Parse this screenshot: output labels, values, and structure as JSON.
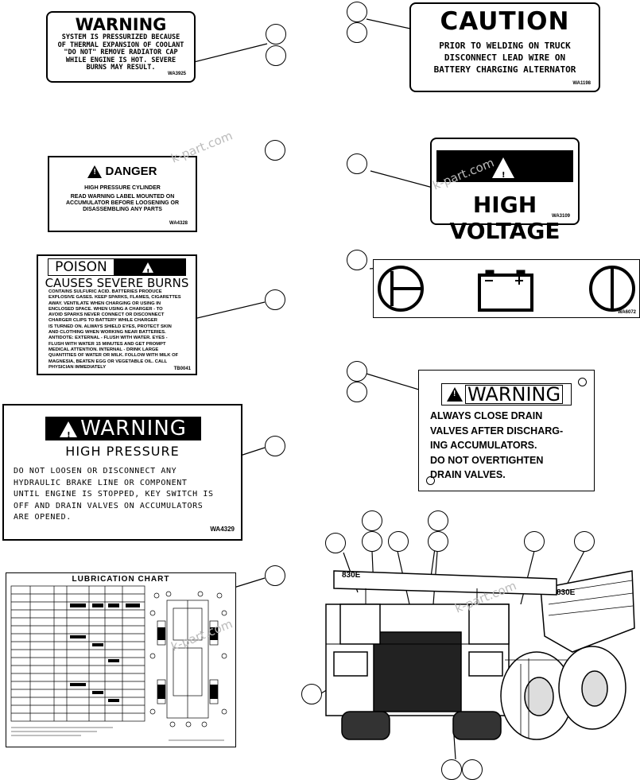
{
  "watermark": "k-part.com",
  "decals": {
    "warning_radiator": {
      "title": "WARNING",
      "lines": [
        "SYSTEM IS PRESSURIZED BECAUSE",
        "OF THERMAL EXPANSION OF COOLANT",
        "\"DO NOT\" REMOVE RADIATOR CAP",
        "WHILE ENGINE IS HOT. SEVERE",
        "BURNS MAY RESULT."
      ],
      "code": "WA3925"
    },
    "caution_welding": {
      "title": "CAUTION",
      "lines": [
        "PRIOR TO WELDING ON TRUCK",
        "DISCONNECT LEAD WIRE ON",
        "BATTERY CHARGING ALTERNATOR"
      ],
      "code": "WA1198"
    },
    "danger_cylinder": {
      "title": "DANGER",
      "subtitle": "HIGH PRESSURE CYLINDER",
      "lines": [
        "READ WARNING LABEL MOUNTED ON",
        "ACCUMULATOR BEFORE LOOSENING OR",
        "DISASSEMBLING ANY PARTS"
      ],
      "code": "WA4328"
    },
    "danger_voltage": {
      "title": "DANGER",
      "subtitle": "HIGH VOLTAGE",
      "code": "WA3109"
    },
    "poison": {
      "title_left": "POISON",
      "title_right": "DANGER",
      "subtitle": "CAUSES SEVERE BURNS",
      "lines": [
        "CONTAINS SULFURIC ACID. BATTERIES PRODUCE",
        "EXPLOSIVE GASES. KEEP SPARKS, FLAMES, CIGARETTES",
        "AWAY. VENTILATE WHEN CHARGING OR USING IN",
        "ENCLOSED SPACE. WHEN USING A CHARGER - TO",
        "AVOID SPARKS NEVER CONNECT OR DISCONNECT",
        "CHARGER CLIPS TO BATTERY WHILE CHARGER",
        "IS TURNED ON. ALWAYS SHIELD EYES, PROTECT SKIN",
        "AND CLOTHING WHEN WORKING NEAR BATTERIES.",
        "ANTIDOTE: EXTERNAL - FLUSH WITH WATER. EYES -",
        "FLUSH WITH WATER 15 MINUTES AND GET PROMPT",
        "MEDICAL ATTENTION. INTERNAL - DRINK LARGE",
        "QUANTITIES OF WATER OR MILK. FOLLOW WITH MILK OF",
        "MAGNESIA, BEATEN EGG OR VEGETABLE OIL. CALL",
        "PHYSICIAN IMMEDIATELY"
      ],
      "code": "TB0041"
    },
    "battery": {
      "code": "WA6072"
    },
    "warning_drain": {
      "title": "WARNING",
      "lines": [
        "ALWAYS CLOSE DRAIN",
        "VALVES AFTER DISCHARG-",
        "ING ACCUMULATORS.",
        "DO NOT OVERTIGHTEN",
        "DRAIN VALVES."
      ]
    },
    "warning_pressure": {
      "title": "WARNING",
      "subtitle": "HIGH PRESSURE",
      "lines": [
        "DO NOT LOOSEN OR DISCONNECT ANY",
        "HYDRAULIC BRAKE LINE OR COMPONENT",
        "UNTIL ENGINE IS STOPPED, KEY SWITCH IS",
        "OFF AND DRAIN VALVES ON ACCUMULATORS",
        "ARE OPENED."
      ],
      "code": "WA4329"
    },
    "lubrication": {
      "title": "LUBRICATION CHART"
    }
  },
  "truck": {
    "model_label": "830E"
  },
  "colors": {
    "ink": "#000000",
    "paper": "#ffffff",
    "watermark": "#bbbbbb"
  }
}
